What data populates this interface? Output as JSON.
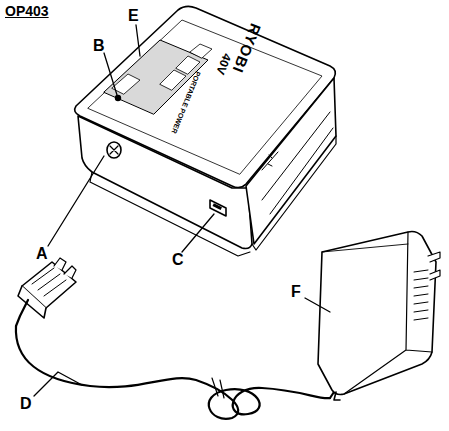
{
  "diagram": {
    "title": "OP403",
    "labels": [
      "A",
      "B",
      "C",
      "D",
      "E",
      "F",
      "RYOBI",
      "40V",
      "PORTABLE POWER"
    ]
  }
}
